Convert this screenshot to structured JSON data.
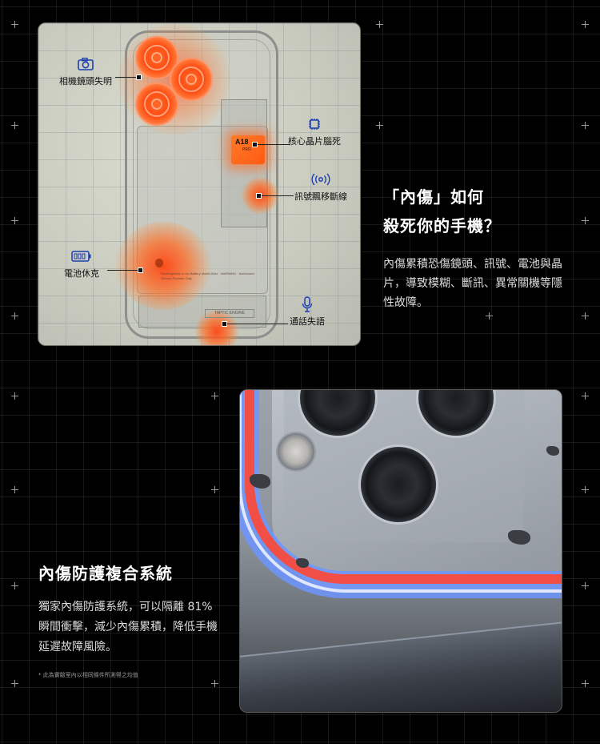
{
  "xray": {
    "chip_label": "A18",
    "chip_sub": "PRO",
    "engine_label": "TAPTIC ENGINE",
    "battery_note": "Rechargeable Li-ion Battery Model A3xx · WARNING · Authorized Service Provider Only",
    "callouts": {
      "camera": "相機鏡頭失明",
      "chip": "核心晶片腦死",
      "signal": "訊號飄移斷線",
      "battery": "電池休克",
      "mic": "通話失語"
    }
  },
  "section1": {
    "headline_line1": "「內傷」如何",
    "headline_line2": "殺死你的手機？",
    "body": "內傷累積恐傷鏡頭、訊號、電池與晶片，導致模糊、斷訊、異常關機等隱性故障。"
  },
  "section2": {
    "headline": "內傷防護複合系統",
    "body": "獨家內傷防護系統，可以隔離 81% 瞬間衝擊，減少內傷累積，降低手機延遲故障風險。",
    "footnote": "* 此為實驗室內以相同條件所測得之均值"
  },
  "colors": {
    "background": "#000000",
    "glow": "#ff5a1a",
    "case_blue": "#6e96ff",
    "case_red": "#ff4632"
  }
}
